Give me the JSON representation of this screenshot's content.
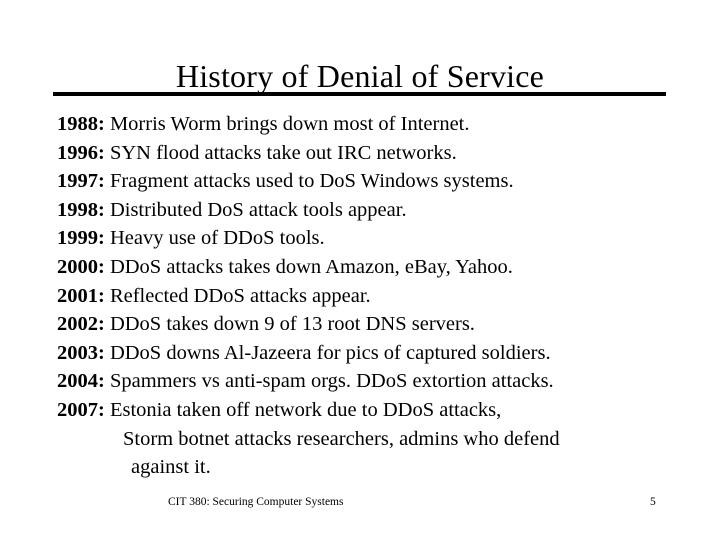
{
  "slide": {
    "title": "History of Denial of Service",
    "accent_color": "#000000",
    "background_color": "#ffffff",
    "text_color": "#000000",
    "timeline": [
      {
        "year": "1988:",
        "event": "Morris Worm brings down most of Internet."
      },
      {
        "year": "1996:",
        "event": "SYN flood attacks take out IRC networks."
      },
      {
        "year": "1997:",
        "event": "Fragment attacks used to DoS Windows systems."
      },
      {
        "year": "1998:",
        "event": "Distributed DoS attack tools appear."
      },
      {
        "year": "1999:",
        "event": "Heavy use of DDoS tools."
      },
      {
        "year": "2000:",
        "event": "DDoS attacks takes down Amazon, eBay, Yahoo."
      },
      {
        "year": "2001:",
        "event": "Reflected DDoS attacks appear."
      },
      {
        "year": "2002:",
        "event": "DDoS takes down 9 of 13 root DNS servers."
      },
      {
        "year": "2003:",
        "event": "DDoS downs Al-Jazeera for pics of captured soldiers."
      },
      {
        "year": "2004:",
        "event": "Spammers vs anti-spam orgs.  DDoS extortion attacks."
      },
      {
        "year": "2007:",
        "event": "Estonia taken off network due to DDoS attacks,"
      }
    ],
    "continuations": [
      "Storm botnet attacks researchers, admins who defend",
      "against it."
    ],
    "footer": {
      "course": "CIT 380: Securing Computer Systems",
      "page_number": "5"
    }
  }
}
